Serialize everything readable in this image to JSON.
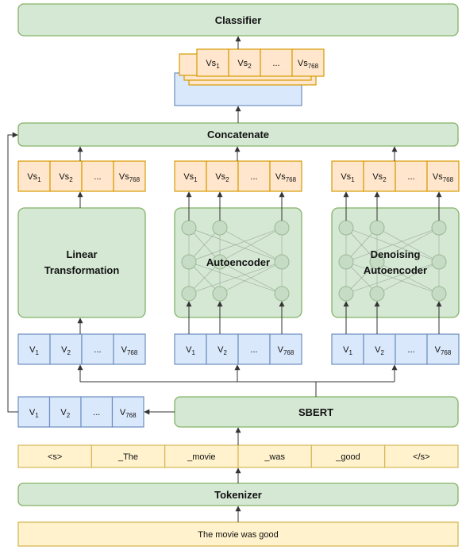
{
  "colors": {
    "green_fill": "#d5e8d4",
    "green_stroke": "#82b366",
    "orange_fill": "#ffe6cc",
    "orange_stroke": "#d79b00",
    "blue_fill": "#dae8fc",
    "blue_stroke": "#6c8ebf",
    "yellow_fill": "#fff2cc",
    "yellow_stroke": "#d6b656",
    "neuron_fill": "#c6dcc4",
    "neuron_stroke": "#9ab895",
    "arrow": "#333333"
  },
  "classifier": {
    "label": "Classifier"
  },
  "concatenate": {
    "label": "Concatenate"
  },
  "sbert": {
    "label": "SBERT"
  },
  "tokenizer": {
    "label": "Tokenizer"
  },
  "input_text": {
    "label": "The movie was good"
  },
  "tokens": [
    "<s>",
    "_The",
    "_movie",
    "_was",
    "_good",
    "</s>"
  ],
  "encoders": [
    {
      "title_lines": [
        "Linear",
        "Transformation"
      ],
      "network": false
    },
    {
      "title_lines": [
        "Autoencoder"
      ],
      "network": true
    },
    {
      "title_lines": [
        "Denoising",
        "Autoencoder"
      ],
      "network": true
    }
  ],
  "input_vector": [
    {
      "base": "V",
      "sub": "1"
    },
    {
      "base": "V",
      "sub": "2"
    },
    {
      "base": "...",
      "sub": ""
    },
    {
      "base": "V",
      "sub": "768"
    }
  ],
  "output_vector": [
    {
      "base": "Vs",
      "sub": "1"
    },
    {
      "base": "Vs",
      "sub": "2"
    },
    {
      "base": "...",
      "sub": ""
    },
    {
      "base": "Vs",
      "sub": "768"
    }
  ]
}
